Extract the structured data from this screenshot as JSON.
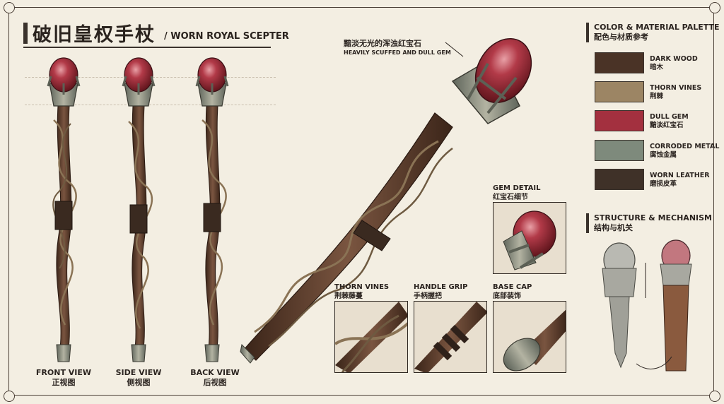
{
  "header": {
    "title_zh": "破旧皇权手杖",
    "title_en": "/ WORN ROYAL SCEPTER"
  },
  "views": [
    {
      "label_en": "FRONT VIEW",
      "label_zh": "正视图"
    },
    {
      "label_en": "SIDE VIEW",
      "label_zh": "侧视图"
    },
    {
      "label_en": "BACK VIEW",
      "label_zh": "后视图"
    }
  ],
  "gem_callout": {
    "zh": "黯淡无光的浑浊红宝石",
    "en": "HEAVILY SCUFFED AND DULL GEM"
  },
  "details": {
    "gem": {
      "en": "GEM DETAIL",
      "zh": "红宝石细节"
    },
    "thorn": {
      "en": "THORN VINES",
      "zh": "荆棘藤蔓"
    },
    "grip": {
      "en": "HANDLE GRIP",
      "zh": "手柄握把"
    },
    "cap": {
      "en": "BASE CAP",
      "zh": "底部装饰"
    }
  },
  "palette": {
    "title_en": "COLOR & MATERIAL PALETTE",
    "title_zh": "配色与材质参考",
    "items": [
      {
        "en": "DARK WOOD",
        "zh": "暗木",
        "color": "#4a3326"
      },
      {
        "en": "THORN VINES",
        "zh": "荆棘",
        "color": "#9c8564"
      },
      {
        "en": "DULL GEM",
        "zh": "黯淡红宝石",
        "color": "#a3303f"
      },
      {
        "en": "CORRODED METAL",
        "zh": "腐蚀金属",
        "color": "#7e8a7c"
      },
      {
        "en": "WORN LEATHER",
        "zh": "磨损皮革",
        "color": "#3f3128"
      }
    ]
  },
  "structure": {
    "title_en": "STRUCTURE & MECHANISM",
    "title_zh": "结构与机关"
  },
  "colors": {
    "wood": "#5a3c2b",
    "gem": "#9c2a36",
    "metal": "#8a8a7c",
    "ink": "#2b2420",
    "paper": "#f3eee2"
  }
}
